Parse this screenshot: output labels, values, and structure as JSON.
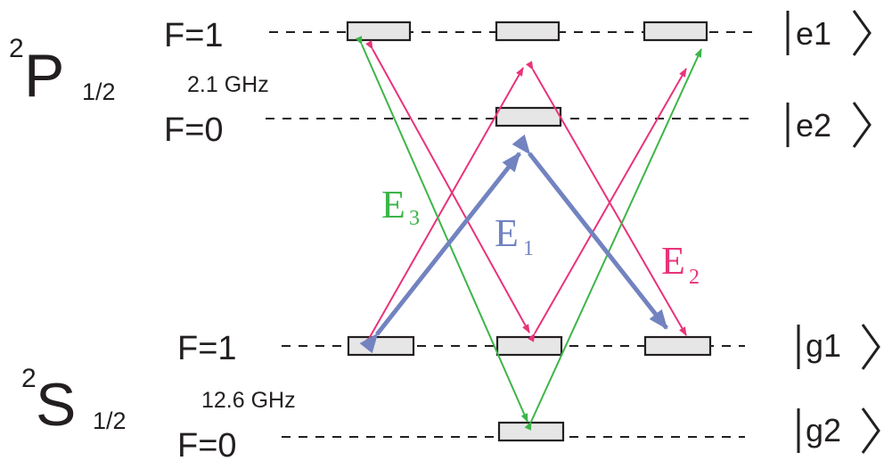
{
  "manifolds": {
    "p": {
      "sup": "2",
      "letter": "P",
      "sub": "1/2",
      "splitting": "2.1 GHz"
    },
    "s": {
      "sup": "2",
      "letter": "S",
      "sub": "1/2",
      "splitting": "12.6 GHz"
    }
  },
  "levels": {
    "e1": {
      "label": "F=1",
      "ket": "e1"
    },
    "e2": {
      "label": "F=0",
      "ket": "e2"
    },
    "g1": {
      "label": "F=1",
      "ket": "g1"
    },
    "g2": {
      "label": "F=0",
      "ket": "g2"
    }
  },
  "fields": {
    "e1": {
      "name": "E",
      "sub": "1",
      "color": "#7283c0"
    },
    "e2": {
      "name": "E",
      "sub": "2",
      "color": "#e8337a"
    },
    "e3": {
      "name": "E",
      "sub": "3",
      "color": "#3db54a"
    }
  },
  "colors": {
    "line": "#231f20",
    "sublevel_fill": "#e6e6e6"
  }
}
